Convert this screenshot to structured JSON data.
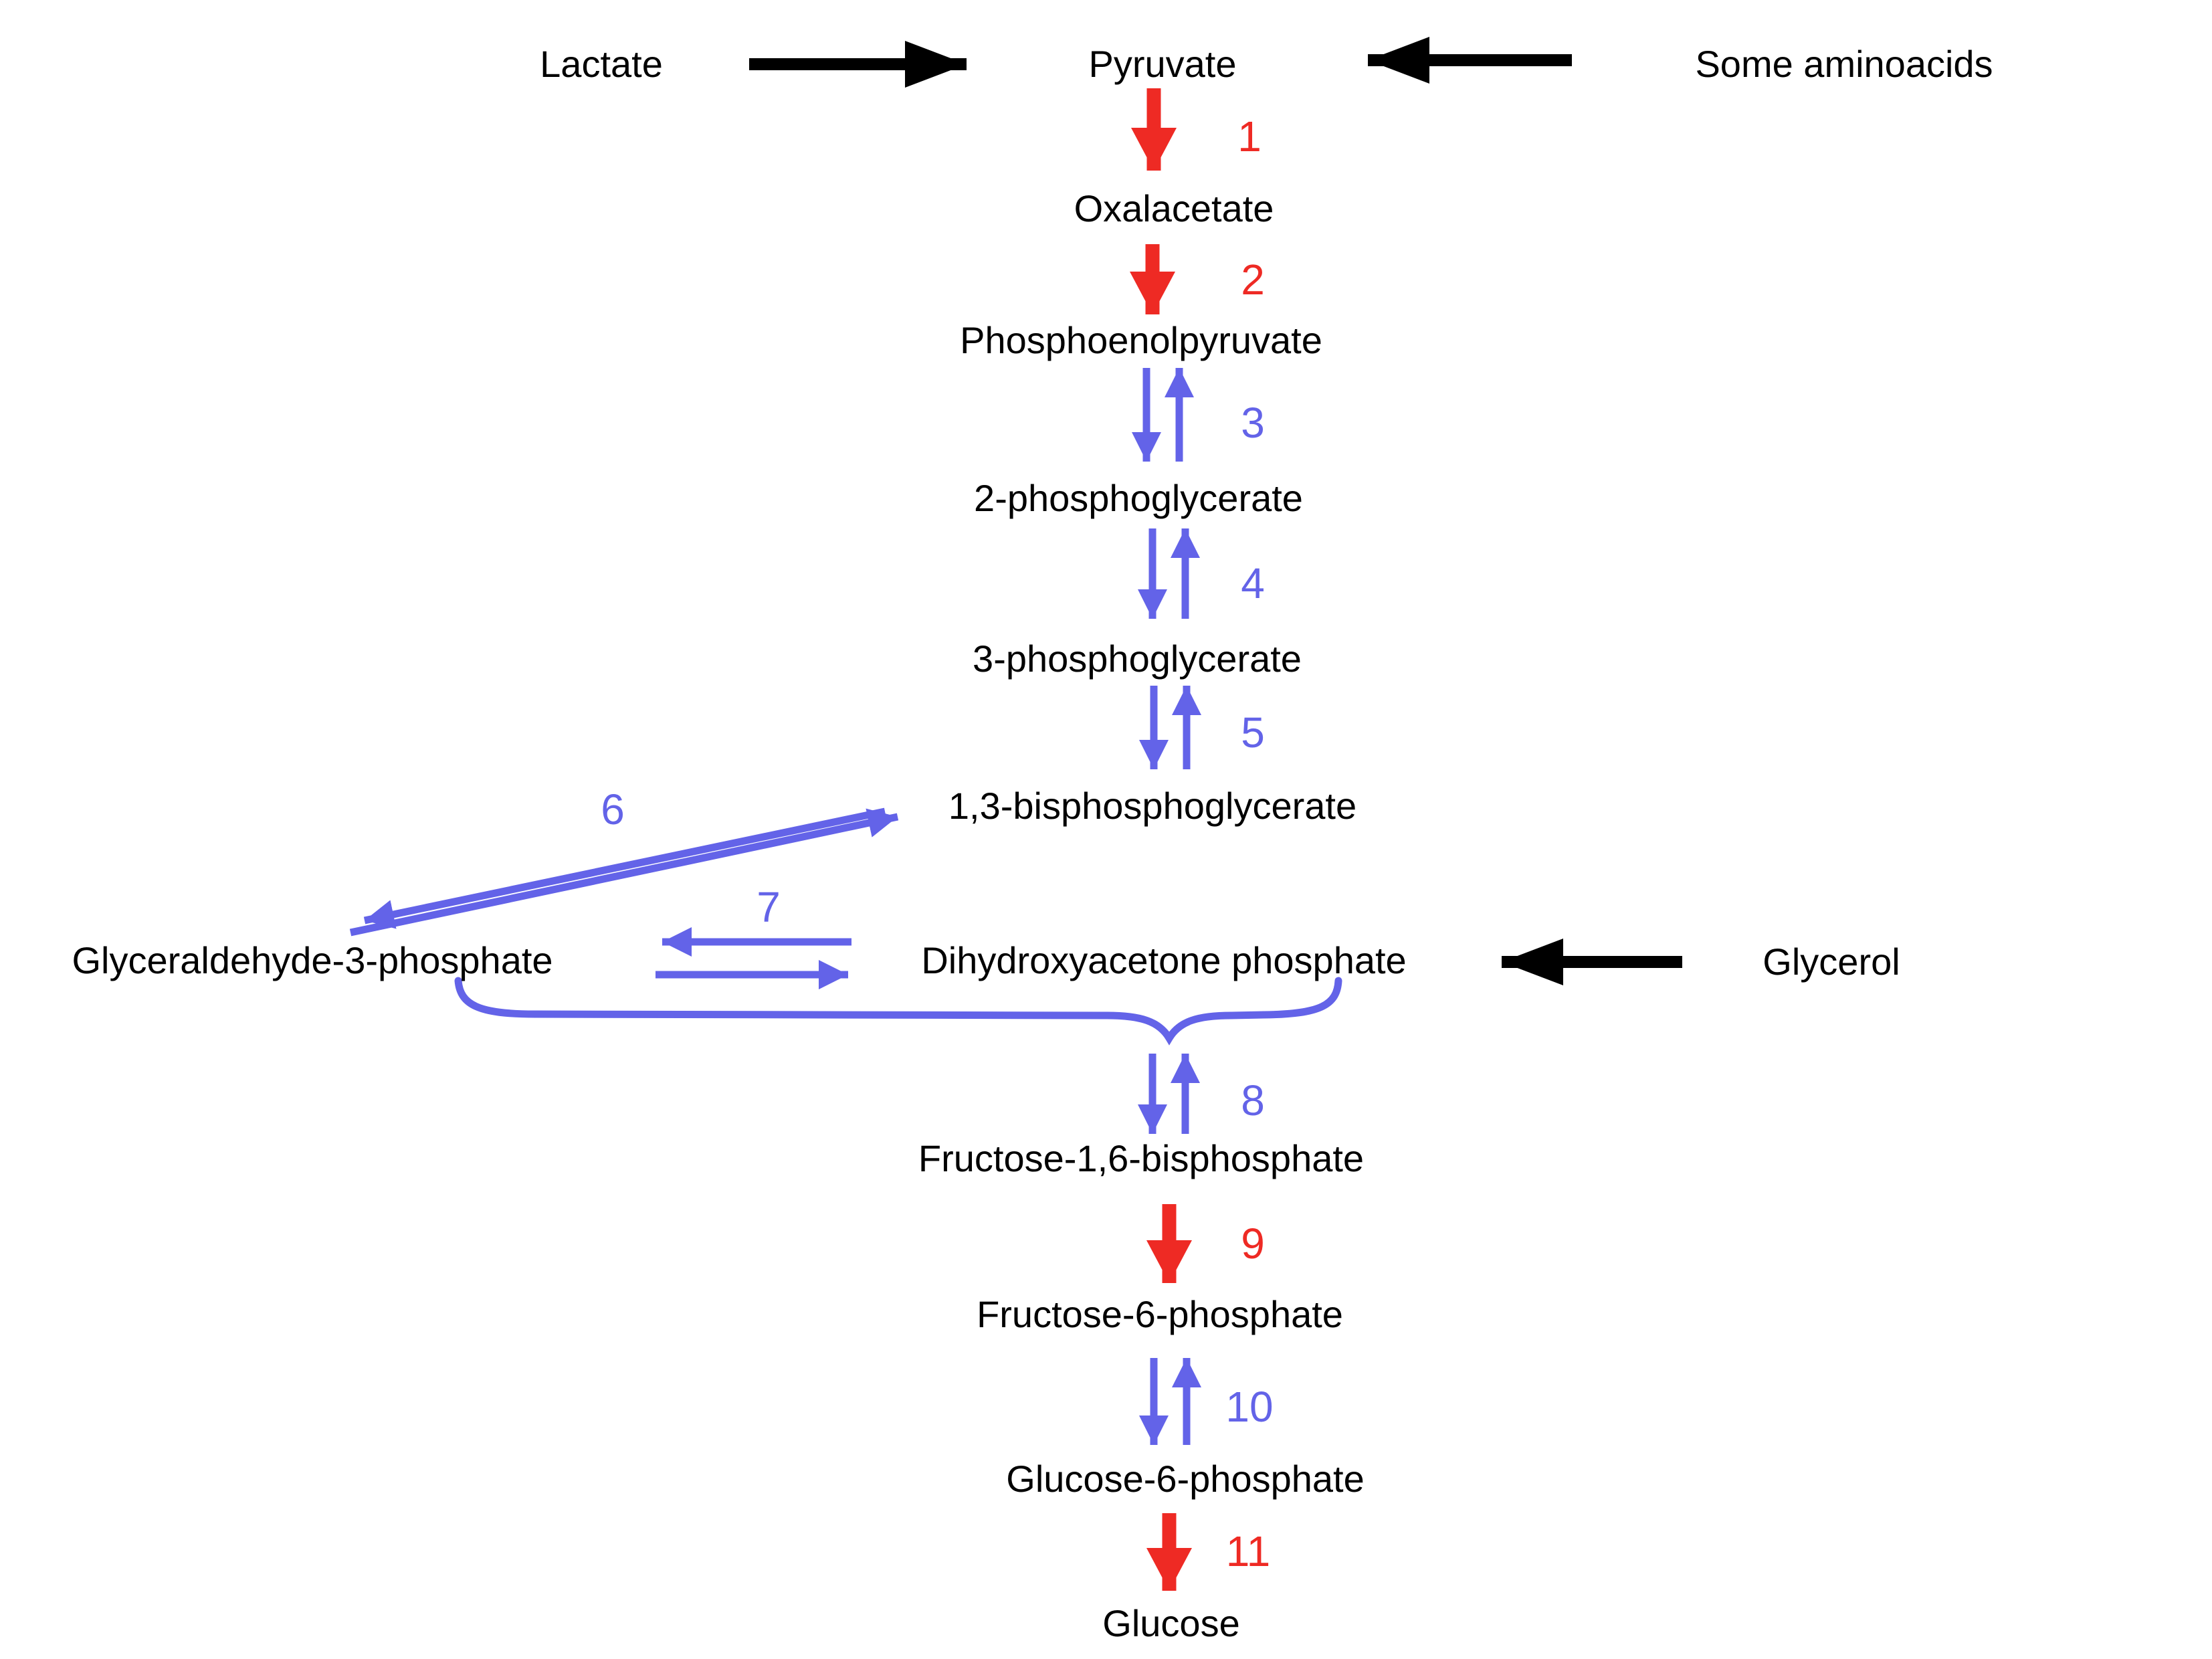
{
  "title": "Gluconeogenesis pathway diagram",
  "colors": {
    "irreversible_red": "#ee2a24",
    "reversible_blue": "#6363e8",
    "input_black": "#000000"
  },
  "nodes": {
    "pyruvate": "Pyruvate",
    "oxalacetate": "Oxalacetate",
    "pep": "Phosphoenolpyruvate",
    "pg2": "2-phosphoglycerate",
    "pg3": "3-phosphoglycerate",
    "bpg": "1,3-bisphosphoglycerate",
    "g3p": "Glyceraldehyde-3-phosphate",
    "dhap": "Dihydroxyacetone phosphate",
    "f16bp": "Fructose-1,6-bisphosphate",
    "f6p": "Fructose-6-phosphate",
    "g6p": "Glucose-6-phosphate",
    "glucose": "Glucose"
  },
  "inputs": {
    "lactate": "Lactate",
    "aminoacids": "Some aminoacids",
    "glycerol": "Glycerol"
  },
  "steps": {
    "s1": "1",
    "s2": "2",
    "s3": "3",
    "s4": "4",
    "s5": "5",
    "s6": "6",
    "s7": "7",
    "s8": "8",
    "s9": "9",
    "s10": "10",
    "s11": "11"
  },
  "edges": [
    {
      "from": "Lactate",
      "to": "Pyruvate",
      "type": "input"
    },
    {
      "from": "Some aminoacids",
      "to": "Pyruvate",
      "type": "input"
    },
    {
      "from": "Pyruvate",
      "to": "Oxalacetate",
      "step": "1",
      "type": "irreversible"
    },
    {
      "from": "Oxalacetate",
      "to": "Phosphoenolpyruvate",
      "step": "2",
      "type": "irreversible"
    },
    {
      "from": "Phosphoenolpyruvate",
      "to": "2-phosphoglycerate",
      "step": "3",
      "type": "reversible"
    },
    {
      "from": "2-phosphoglycerate",
      "to": "3-phosphoglycerate",
      "step": "4",
      "type": "reversible"
    },
    {
      "from": "3-phosphoglycerate",
      "to": "1,3-bisphosphoglycerate",
      "step": "5",
      "type": "reversible"
    },
    {
      "from": "1,3-bisphosphoglycerate",
      "to": "Glyceraldehyde-3-phosphate",
      "step": "6",
      "type": "reversible"
    },
    {
      "from": "Dihydroxyacetone phosphate",
      "to": "Glyceraldehyde-3-phosphate",
      "step": "7",
      "type": "reversible"
    },
    {
      "from": "Glycerol",
      "to": "Dihydroxyacetone phosphate",
      "type": "input"
    },
    {
      "from": "Glyceraldehyde-3-phosphate + Dihydroxyacetone phosphate",
      "to": "Fructose-1,6-bisphosphate",
      "step": "8",
      "type": "reversible"
    },
    {
      "from": "Fructose-1,6-bisphosphate",
      "to": "Fructose-6-phosphate",
      "step": "9",
      "type": "irreversible"
    },
    {
      "from": "Fructose-6-phosphate",
      "to": "Glucose-6-phosphate",
      "step": "10",
      "type": "reversible"
    },
    {
      "from": "Glucose-6-phosphate",
      "to": "Glucose",
      "step": "11",
      "type": "irreversible"
    }
  ]
}
